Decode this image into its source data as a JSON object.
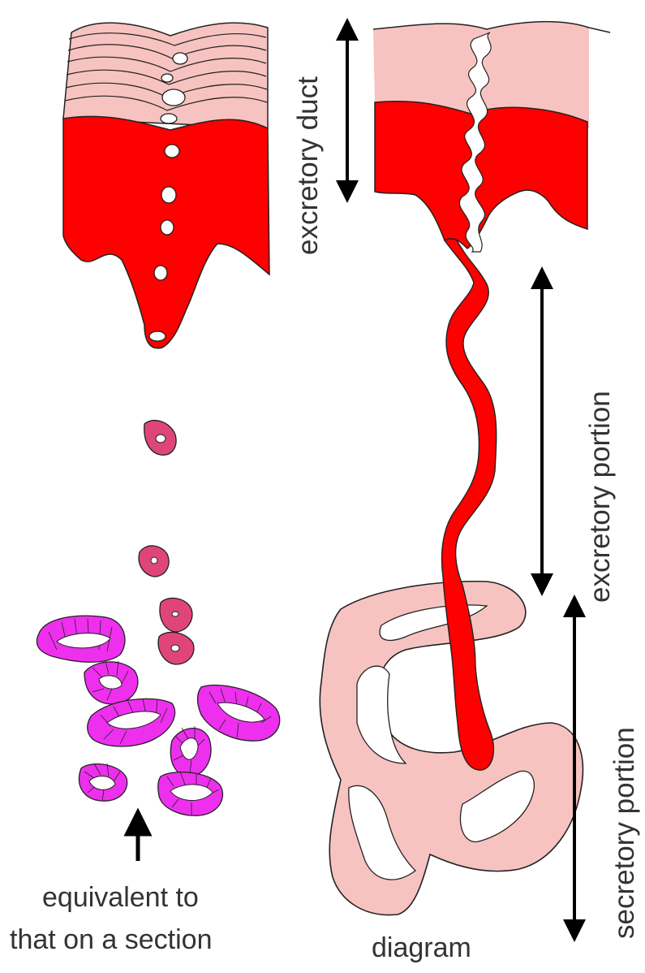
{
  "labels": {
    "excretory_duct": "excretory duct",
    "excretory_portion": "excretory portion",
    "secretory_portion": "secretory portion",
    "equivalent_line1": "equivalent to",
    "equivalent_line2": "that on a section",
    "diagram": "diagram"
  },
  "colors": {
    "duct_red": "#ff0000",
    "skin_pink": "#f7c3c0",
    "section_magenta": "#ee2fee",
    "small_section": "#e0457a",
    "arrow": "#000000",
    "text": "#333333"
  }
}
